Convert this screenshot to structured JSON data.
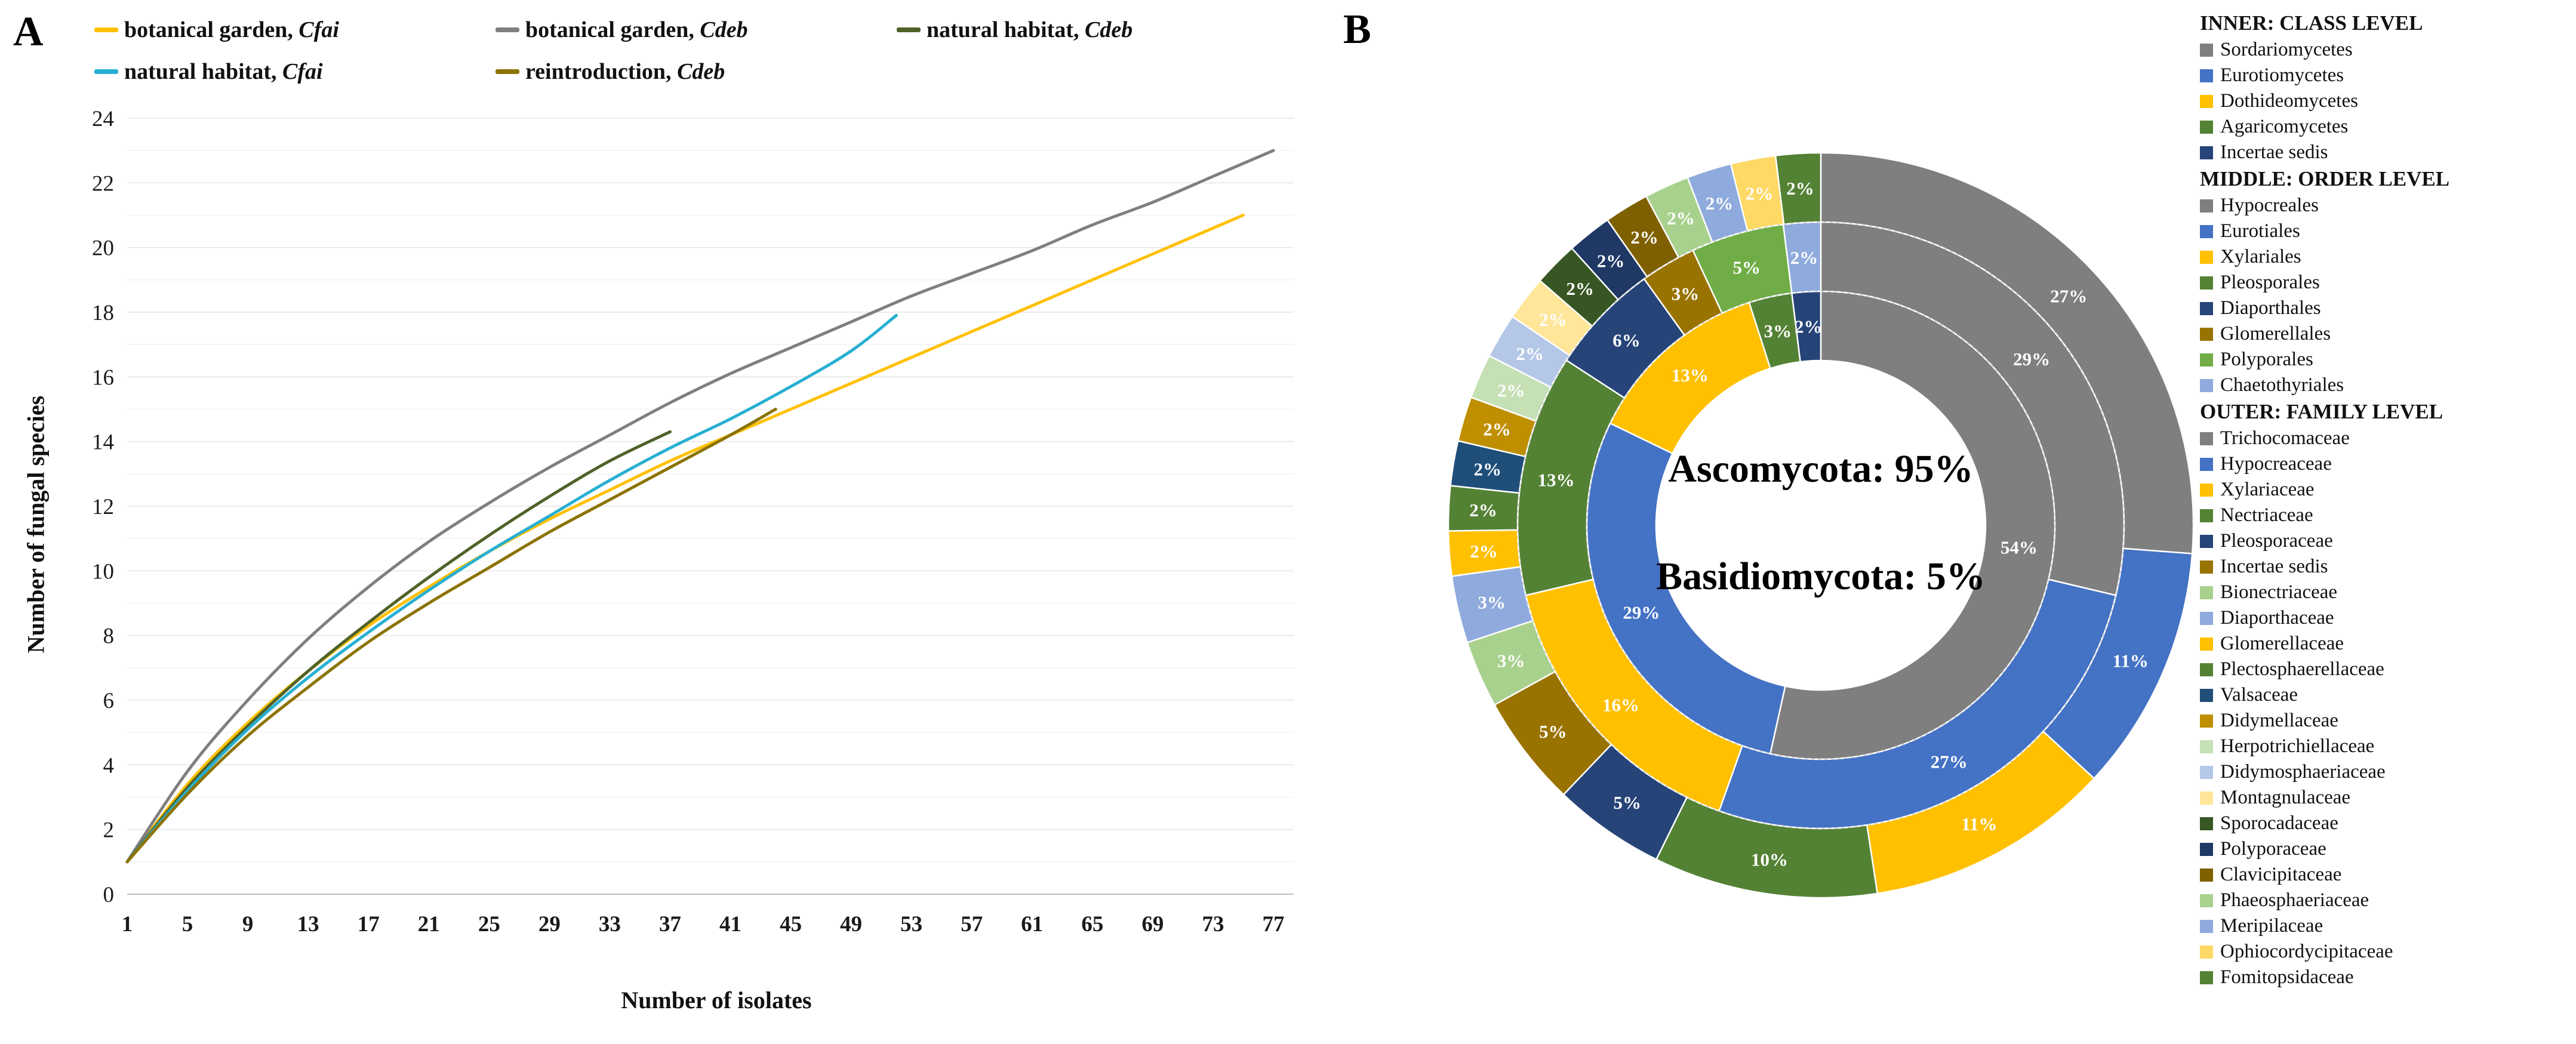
{
  "panel_a": {
    "panel_label": "A",
    "x_axis_label": "Number of isolates",
    "y_axis_label": "Number of fungal species",
    "chart_data": {
      "type": "line",
      "title": "",
      "xlabel": "Number of isolates",
      "ylabel": "Number of fungal species",
      "x_ticks": [
        1,
        5,
        9,
        13,
        17,
        21,
        25,
        29,
        33,
        37,
        41,
        45,
        49,
        53,
        57,
        61,
        65,
        69,
        73,
        77
      ],
      "y_ticks": [
        0,
        2,
        4,
        6,
        8,
        10,
        12,
        14,
        16,
        18,
        20,
        22,
        24
      ],
      "x_range": [
        1,
        77
      ],
      "y_range": [
        0,
        24
      ],
      "grid": "horizontal light gray, every unit",
      "legend_position": "top",
      "series": [
        {
          "name": "botanical garden, Cfai",
          "label_prefix": "botanical garden, ",
          "species_italic": "Cfai",
          "color": "#FFC000",
          "points": [
            [
              1,
              1
            ],
            [
              5,
              3.4
            ],
            [
              9,
              5.3
            ],
            [
              13,
              6.9
            ],
            [
              17,
              8.3
            ],
            [
              21,
              9.5
            ],
            [
              25,
              10.6
            ],
            [
              29,
              11.6
            ],
            [
              33,
              12.5
            ],
            [
              37,
              13.4
            ],
            [
              41,
              14.2
            ],
            [
              45,
              15.0
            ],
            [
              49,
              15.8
            ],
            [
              53,
              16.6
            ],
            [
              57,
              17.4
            ],
            [
              61,
              18.2
            ],
            [
              65,
              19.0
            ],
            [
              69,
              19.8
            ],
            [
              73,
              20.6
            ],
            [
              75,
              21.0
            ]
          ]
        },
        {
          "name": "botanical garden, Cdeb",
          "label_prefix": "botanical garden, ",
          "species_italic": "Cdeb",
          "color": "#7F7F7F",
          "points": [
            [
              1,
              1
            ],
            [
              5,
              3.8
            ],
            [
              9,
              6.0
            ],
            [
              13,
              7.9
            ],
            [
              17,
              9.5
            ],
            [
              21,
              10.9
            ],
            [
              25,
              12.1
            ],
            [
              29,
              13.2
            ],
            [
              33,
              14.2
            ],
            [
              37,
              15.2
            ],
            [
              41,
              16.1
            ],
            [
              45,
              16.9
            ],
            [
              49,
              17.7
            ],
            [
              53,
              18.5
            ],
            [
              57,
              19.2
            ],
            [
              61,
              19.9
            ],
            [
              65,
              20.7
            ],
            [
              69,
              21.4
            ],
            [
              73,
              22.2
            ],
            [
              77,
              23.0
            ]
          ]
        },
        {
          "name": "natural habitat, Cdeb",
          "label_prefix": "natural habitat, ",
          "species_italic": "Cdeb",
          "color": "#4F6228",
          "points": [
            [
              1,
              1
            ],
            [
              5,
              3.3
            ],
            [
              9,
              5.2
            ],
            [
              13,
              6.9
            ],
            [
              17,
              8.4
            ],
            [
              21,
              9.8
            ],
            [
              25,
              11.1
            ],
            [
              29,
              12.3
            ],
            [
              33,
              13.4
            ],
            [
              37,
              14.3
            ]
          ]
        },
        {
          "name": "natural habitat, Cfai",
          "label_prefix": "natural habitat, ",
          "species_italic": "Cfai",
          "color": "#27AFD1",
          "points": [
            [
              1,
              1
            ],
            [
              5,
              3.2
            ],
            [
              9,
              5.1
            ],
            [
              13,
              6.7
            ],
            [
              17,
              8.1
            ],
            [
              21,
              9.4
            ],
            [
              25,
              10.6
            ],
            [
              29,
              11.7
            ],
            [
              33,
              12.8
            ],
            [
              37,
              13.8
            ],
            [
              41,
              14.7
            ],
            [
              45,
              15.7
            ],
            [
              49,
              16.8
            ],
            [
              52,
              17.9
            ]
          ]
        },
        {
          "name": "reintroduction, Cdeb",
          "label_prefix": "reintroduction, ",
          "species_italic": "Cdeb",
          "color": "#8C7300",
          "points": [
            [
              1,
              1
            ],
            [
              5,
              3.1
            ],
            [
              9,
              4.9
            ],
            [
              13,
              6.4
            ],
            [
              17,
              7.8
            ],
            [
              21,
              9.0
            ],
            [
              25,
              10.1
            ],
            [
              29,
              11.2
            ],
            [
              33,
              12.2
            ],
            [
              37,
              13.2
            ],
            [
              41,
              14.2
            ],
            [
              44,
              15.0
            ]
          ]
        }
      ]
    }
  },
  "panel_b": {
    "panel_label": "B",
    "center_label_line1": "Ascomycota: 95%",
    "center_label_line2": "Basidiomycota: 5%",
    "chart_data": {
      "type": "donut-multi-ring",
      "start_angle": "12 o'clock, clockwise",
      "rings": [
        {
          "id": "inner",
          "legend_header": "INNER: CLASS LEVEL",
          "segments": [
            {
              "label": "Sordariomycetes",
              "value": 54,
              "color": "#7F7F7F"
            },
            {
              "label": "Eurotiomycetes",
              "value": 29,
              "color": "#4472C4"
            },
            {
              "label": "Dothideomycetes",
              "value": 13,
              "color": "#FFC000"
            },
            {
              "label": "Agaricomycetes",
              "value": 3,
              "color": "#548235"
            },
            {
              "label": "Incertae sedis",
              "value": 2,
              "color": "#264478"
            }
          ]
        },
        {
          "id": "middle",
          "legend_header": "MIDDLE: ORDER LEVEL",
          "segments": [
            {
              "label": "Hypocreales",
              "value": 29,
              "color": "#7F7F7F"
            },
            {
              "label": "Eurotiales",
              "value": 27,
              "color": "#4472C4"
            },
            {
              "label": "Xylariales",
              "value": 16,
              "color": "#FFC000"
            },
            {
              "label": "Pleosporales",
              "value": 13,
              "color": "#548235"
            },
            {
              "label": "Diaporthales",
              "value": 6,
              "color": "#264478"
            },
            {
              "label": "Glomerellales",
              "value": 3,
              "color": "#997300"
            },
            {
              "label": "Polyporales",
              "value": 5,
              "color": "#70AD47"
            },
            {
              "label": "Chaetothyriales",
              "value": 2,
              "color": "#8FAADC"
            }
          ]
        },
        {
          "id": "outer",
          "legend_header": "OUTER: FAMILY LEVEL",
          "segments": [
            {
              "label": "Trichocomaceae",
              "value": 27,
              "color": "#7F7F7F"
            },
            {
              "label": "Hypocreaceae",
              "value": 11,
              "color": "#4472C4"
            },
            {
              "label": "Xylariaceae",
              "value": 11,
              "color": "#FFC000"
            },
            {
              "label": "Nectriaceae",
              "value": 10,
              "color": "#548235"
            },
            {
              "label": "Pleosporaceae",
              "value": 5,
              "color": "#264478"
            },
            {
              "label": "Incertae sedis",
              "value": 5,
              "color": "#997300"
            },
            {
              "label": "Bionectriaceae",
              "value": 3,
              "color": "#A9D18E"
            },
            {
              "label": "Diaporthaceae",
              "value": 3,
              "color": "#8FAADC"
            },
            {
              "label": "Glomerellaceae",
              "value": 2,
              "color": "#FFC000"
            },
            {
              "label": "Plectosphaerellaceae",
              "value": 2,
              "color": "#548235"
            },
            {
              "label": "Valsaceae",
              "value": 2,
              "color": "#1F4E79"
            },
            {
              "label": "Didymellaceae",
              "value": 2,
              "color": "#BF8F00"
            },
            {
              "label": "Herpotrichiellaceae",
              "value": 2,
              "color": "#C5E0B4"
            },
            {
              "label": "Didymosphaeriaceae",
              "value": 2,
              "color": "#B4C7E7"
            },
            {
              "label": "Montagnulaceae",
              "value": 2,
              "color": "#FFE699"
            },
            {
              "label": "Sporocadaceae",
              "value": 2,
              "color": "#375623"
            },
            {
              "label": "Polyporaceae",
              "value": 2,
              "color": "#1F3864"
            },
            {
              "label": "Clavicipitaceae",
              "value": 2,
              "color": "#7F6000"
            },
            {
              "label": "Phaeosphaeriaceae",
              "value": 2,
              "color": "#A9D18E"
            },
            {
              "label": "Meripilaceae",
              "value": 2,
              "color": "#8FAADC"
            },
            {
              "label": "Ophiocordycipitaceae",
              "value": 2,
              "color": "#FFD966"
            },
            {
              "label": "Fomitopsidaceae",
              "value": 2,
              "color": "#548235"
            }
          ]
        }
      ]
    }
  }
}
